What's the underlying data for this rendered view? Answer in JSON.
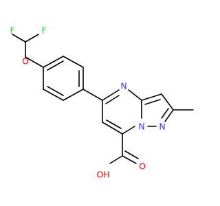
{
  "molecule": {
    "colors": {
      "carbon_bond": "#000000",
      "fluorine": "#33cc33",
      "oxygen": "#ff0000",
      "nitrogen": "#3333ff"
    },
    "atoms": {
      "F1": {
        "label": "F",
        "element": "fluorine"
      },
      "F2": {
        "label": "F",
        "element": "fluorine"
      },
      "O_ether": {
        "label": "O",
        "element": "oxygen"
      },
      "N_ring_top": {
        "label": "N",
        "element": "nitrogen"
      },
      "N_bridge": {
        "label": "N",
        "element": "nitrogen"
      },
      "N_pyrazole": {
        "label": "N",
        "element": "nitrogen"
      },
      "O_carbonyl": {
        "label": "O",
        "element": "oxygen"
      },
      "O_hydroxyl": {
        "label": "OH",
        "element": "oxygen"
      }
    }
  }
}
